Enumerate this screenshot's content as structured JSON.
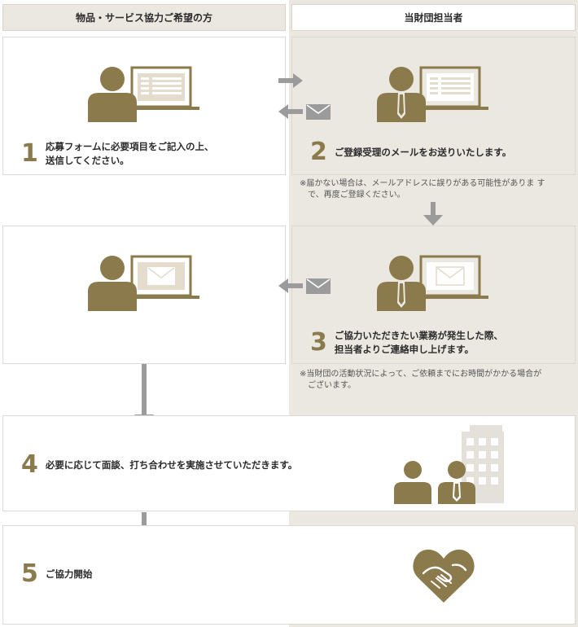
{
  "headers": {
    "left": "物品・サービス協力ご希望の方",
    "right": "当財団担当者"
  },
  "steps": [
    {
      "num": "1",
      "text": "応募フォームに必要項目をご記入の上、\n送信してください。"
    },
    {
      "num": "2",
      "text": "ご登録受理のメールをお送りいたします。"
    },
    {
      "num": "3",
      "text": "ご協力いただきたい業務が発生した際、\n担当者よりご連絡申し上げます。"
    },
    {
      "num": "4",
      "text": "必要に応じて面談、打ち合わせを実施させていただきます。"
    },
    {
      "num": "5",
      "text": "ご協力開始"
    }
  ],
  "notes": {
    "after_step2": "※届かない場合は、メールアドレスに誤りがある可能性がありま す\n　で、再度ご登録ください。",
    "after_step3": "※当財団の活動状況によって、ご依頼までにお時間がかかる場合が\n　ございます。"
  },
  "colors": {
    "accent_brown": "#8b7a4b",
    "arrow_grey": "#9b9b9b",
    "panel_beige": "#ebe8e1"
  },
  "icons": [
    "person-computer-icon",
    "person-tie-computer-icon",
    "person-mail-icon",
    "person-tie-mail-icon",
    "arrow-right-icon",
    "arrow-left-icon",
    "envelope-icon",
    "arrow-down-icon",
    "meeting-people-icon",
    "building-icon",
    "handshake-heart-icon"
  ]
}
